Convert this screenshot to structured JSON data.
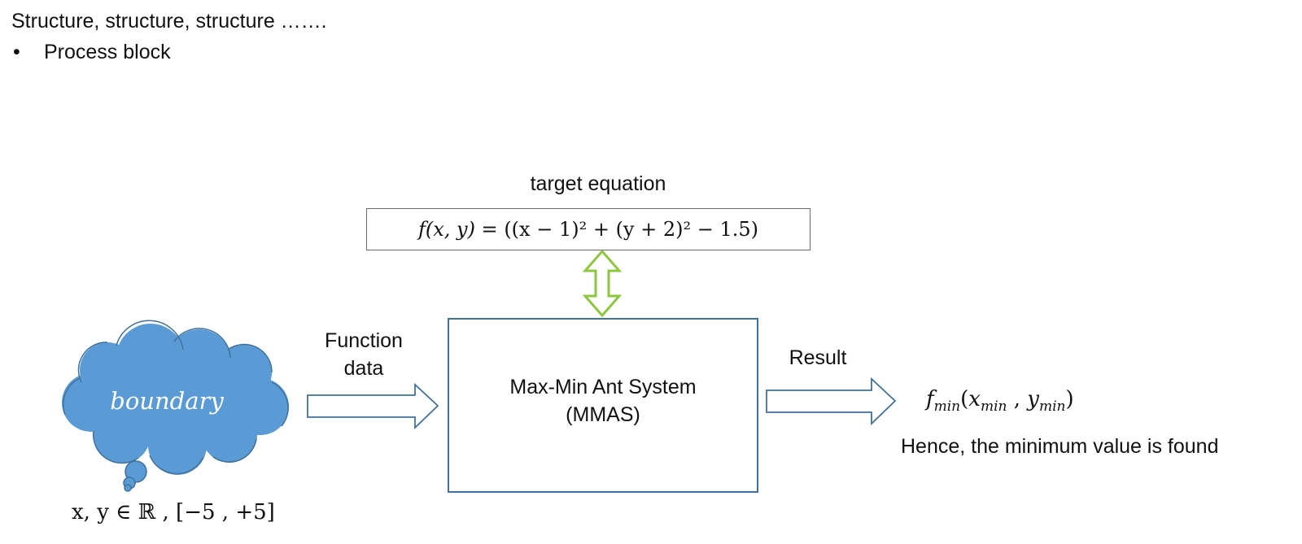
{
  "header": {
    "title": "Structure, structure, structure …….",
    "bullet": "•",
    "bullet_text": "Process block"
  },
  "target": {
    "label": "target equation",
    "equation": {
      "lhs": "f(x, y) = ",
      "rhs": "((x − 1)² + (y + 2)² − 1.5)"
    }
  },
  "input": {
    "cloud_label": "boundary",
    "domain": "x, y ∈ ℝ , [−5 , +5]"
  },
  "arrows": {
    "function_data_line1": "Function",
    "function_data_line2": "data",
    "result": "Result"
  },
  "process": {
    "line1": "Max-Min Ant System",
    "line2": "(MMAS)"
  },
  "output": {
    "f": "f",
    "f_sub": "min",
    "open": "(",
    "x": "x",
    "x_sub": "min",
    "sep": " , ",
    "y": "y",
    "y_sub": "min",
    "close": ")",
    "conclusion": "Hence, the minimum value is found"
  },
  "colors": {
    "cloud_fill": "#5b9bd5",
    "cloud_stroke": "#41719c",
    "block_arrow_stroke": "#41719c",
    "double_arrow": "#8dc63f"
  }
}
